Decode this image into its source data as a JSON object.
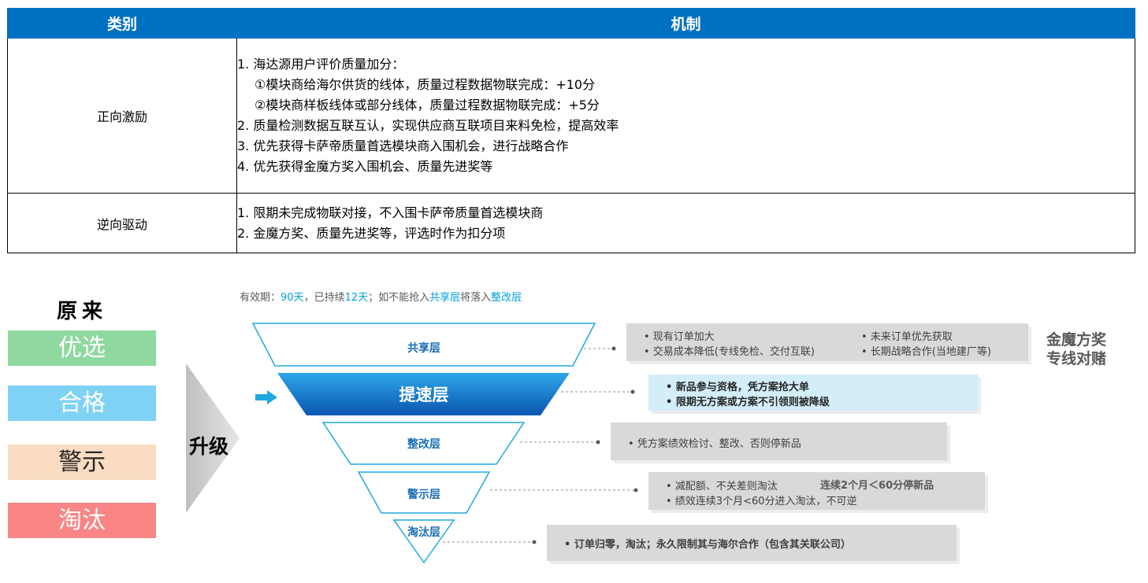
{
  "table": {
    "headers": [
      "类别",
      "机制"
    ],
    "rows": [
      {
        "category": "正向激励",
        "lines": [
          "1. 海达源用户评价质量加分：",
          "①模块商给海尔供货的线体，质量过程数据物联完成：+10分",
          "②模块商样板线体或部分线体，质量过程数据物联完成：+5分",
          "2. 质量检测数据互联互认，实现供应商互联项目来料免检，提高效率",
          "3. 优先获得卡萨帝质量首选模块商入围机会，进行战略合作",
          "4. 优先获得金魔方奖入围机会、质量先进奖等"
        ]
      },
      {
        "category": "逆向驱动",
        "lines": [
          "1. 限期未完成物联对接，不入围卡萨帝质量首选模块商",
          "2. 金魔方奖、质量先进奖等，评选时作为扣分项"
        ]
      }
    ]
  },
  "legend": {
    "title": "原来",
    "levels": [
      {
        "label": "优选",
        "bg": "#8fd9a0",
        "fg": "#ffffff"
      },
      {
        "label": "合格",
        "bg": "#7fd2f5",
        "fg": "#ffffff"
      },
      {
        "label": "警示",
        "bg": "#f9dcc2",
        "fg": "#262626"
      },
      {
        "label": "淘汰",
        "bg": "#f98585",
        "fg": "#ffffff"
      }
    ],
    "upgrade_label": "升级"
  },
  "validity": {
    "p1": "有效期：",
    "days": "90天",
    "p2": "，已持续",
    "elapsed": "12天",
    "p3": "；如不能抢入",
    "shared": "共享层",
    "p4": "将落入",
    "rectify": "整改层"
  },
  "funnel": {
    "layers": [
      {
        "name": "共享层"
      },
      {
        "name": "提速层"
      },
      {
        "name": "整改层"
      },
      {
        "name": "警示层"
      },
      {
        "name": "淘汰层"
      }
    ],
    "boxes": {
      "shared": [
        "• 现有订单加大",
        "• 交易成本降低(专线免检、交付互联)",
        "• 未来订单优先获取",
        "• 长期战略合作(当地建厂等)"
      ],
      "fast": [
        "• 新品参与资格，凭方案抢大单",
        "• 限期无方案或方案不引领则被降级"
      ],
      "rectify": [
        "• 凭方案绩效检讨、整改、否则停新品"
      ],
      "warning": [
        "• 减配额、不关差则淘汰",
        "连续2个月＜60分停新品",
        "• 绩效连续3个月<60分进入淘汰，不可逆"
      ],
      "eliminate": [
        "• 订单归零，淘汰；永久限制其与海尔合作（包含其关联公司）"
      ]
    },
    "side_text": [
      "金魔方奖",
      "专线对赌"
    ]
  }
}
